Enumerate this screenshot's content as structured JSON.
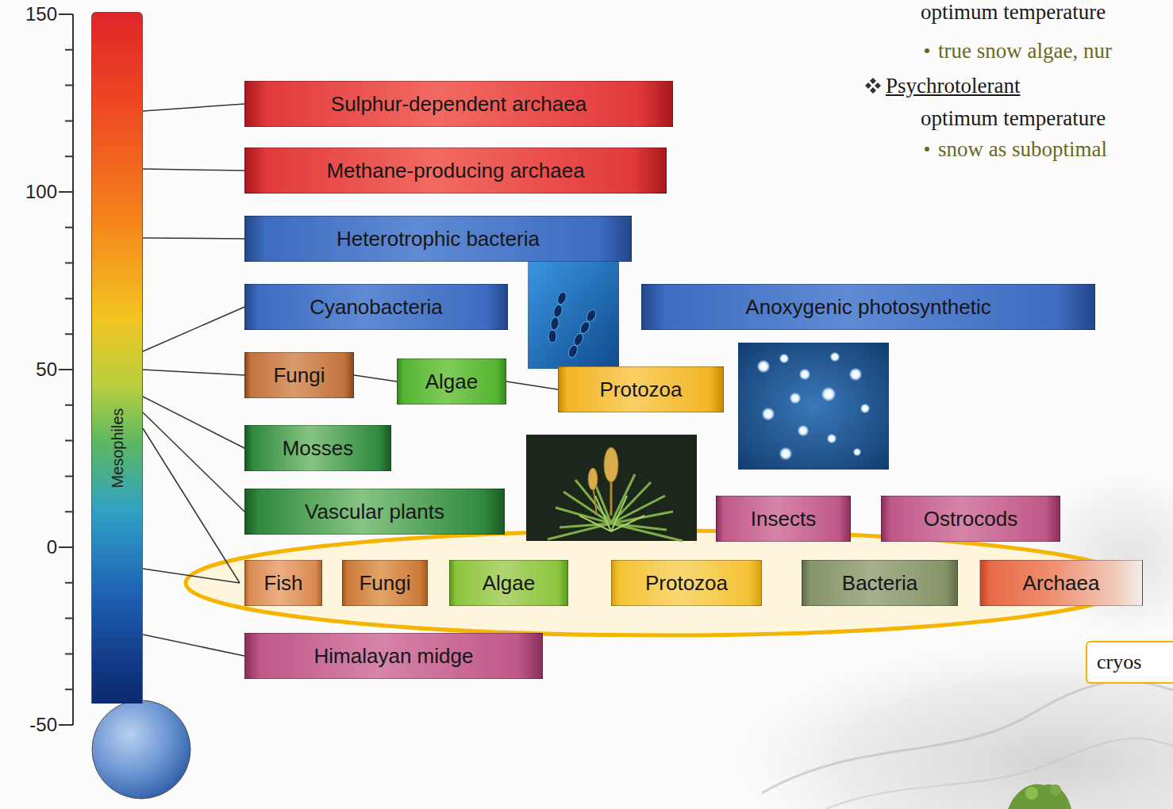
{
  "diagram": {
    "nodes": [
      {
        "text": [
          "Mesophiles"
        ]
      },
      {
        "text": [
          "Sulphur-dependent archaea"
        ]
      },
      {
        "text": [
          "Methane-producing archaea"
        ]
      },
      {
        "text": [
          "Heterotrophic bacteria"
        ]
      },
      {
        "text": [
          "Cyanobacteria"
        ]
      },
      {
        "text": [
          "Anoxygenic photosynthetic"
        ]
      },
      {
        "text": [
          "Fungi"
        ]
      },
      {
        "text": [
          "Algae"
        ]
      },
      {
        "text": [
          "Protozoa"
        ]
      },
      {
        "text": [
          "Mosses"
        ]
      },
      {
        "text": [
          "Vascular plants"
        ]
      },
      {
        "text": [
          "Insects"
        ]
      },
      {
        "text": [
          "Ostrocods"
        ]
      },
      {
        "text": [
          "Fish"
        ]
      },
      {
        "text": [
          "Fungi"
        ]
      },
      {
        "text": [
          "Algae"
        ]
      },
      {
        "text": [
          "Protozoa"
        ]
      },
      {
        "text": [
          "Bacteria"
        ]
      },
      {
        "text": [
          "Archaea"
        ]
      },
      {
        "text": [
          "Himalayan midge"
        ]
      },
      {
        "text": [
          "cryos"
        ]
      }
    ],
    "edges": [
      {
        "from": 0,
        "to": 1,
        "arrow": "none"
      },
      {
        "from": 0,
        "to": 2,
        "arrow": "none"
      },
      {
        "from": 0,
        "to": 3,
        "arrow": "none"
      },
      {
        "from": 0,
        "to": 4,
        "arrow": "none"
      },
      {
        "from": 0,
        "to": 6,
        "arrow": "none"
      },
      {
        "from": 0,
        "to": 9,
        "arrow": "none"
      },
      {
        "from": 0,
        "to": 10,
        "arrow": "none"
      },
      {
        "from": 0,
        "to": 13,
        "arrow": "none"
      },
      {
        "from": 0,
        "to": 13,
        "arrow": "none"
      },
      {
        "from": 0,
        "to": 19,
        "arrow": "none"
      },
      {
        "from": 6,
        "to": 7,
        "arrow": "none"
      },
      {
        "from": 7,
        "to": 8,
        "arrow": "none"
      }
    ],
    "labels": [
      "150",
      "100",
      "50",
      "0",
      "-50",
      "optimum temperature",
      "true snow algae, nur",
      "Psychrotolerant",
      "optimum temperature",
      "snow as suboptimal"
    ]
  }
}
